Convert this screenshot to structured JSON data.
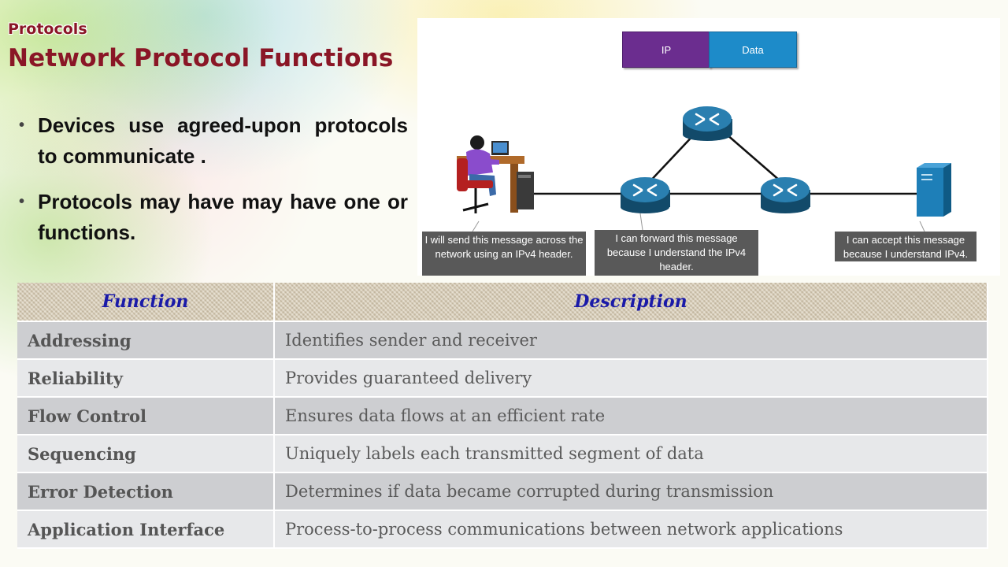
{
  "slide": {
    "label": "Protocols",
    "title": "Network Protocol Functions",
    "bullets": [
      "Devices use agreed-upon protocols to communicate .",
      "Protocols may have may have one or functions."
    ]
  },
  "diagram": {
    "packet": {
      "header": "IP",
      "payload": "Data"
    },
    "callouts": {
      "pc": "I will send this message across the network using an IPv4 header.",
      "router": "I can forward this message because I understand the IPv4 header.",
      "server": "I can accept this message because I understand IPv4."
    },
    "colors": {
      "ip_block": "#6b2d8f",
      "data_block": "#1d8bc9",
      "router": "#1f6f9a",
      "server": "#1e7fb8",
      "callout_bg": "#595959"
    },
    "icons": [
      "user-at-computer-icon",
      "router-icon",
      "server-icon"
    ]
  },
  "table": {
    "headers": [
      "Function",
      "Description"
    ],
    "rows": [
      {
        "function": "Addressing",
        "description": "Identifies sender and receiver"
      },
      {
        "function": "Reliability",
        "description": "Provides guaranteed delivery"
      },
      {
        "function": "Flow Control",
        "description": "Ensures data flows at an efficient rate"
      },
      {
        "function": "Sequencing",
        "description": "Uniquely labels each transmitted segment of data"
      },
      {
        "function": "Error Detection",
        "description": "Determines if data became corrupted during transmission"
      },
      {
        "function": "Application Interface",
        "description": "Process-to-process communications between network applications"
      }
    ],
    "colors": {
      "header_text": "#1a1aa8",
      "row_dark": "#cdced1",
      "row_light": "#e7e8ea"
    }
  },
  "theme": {
    "title_color": "#8a1626"
  }
}
